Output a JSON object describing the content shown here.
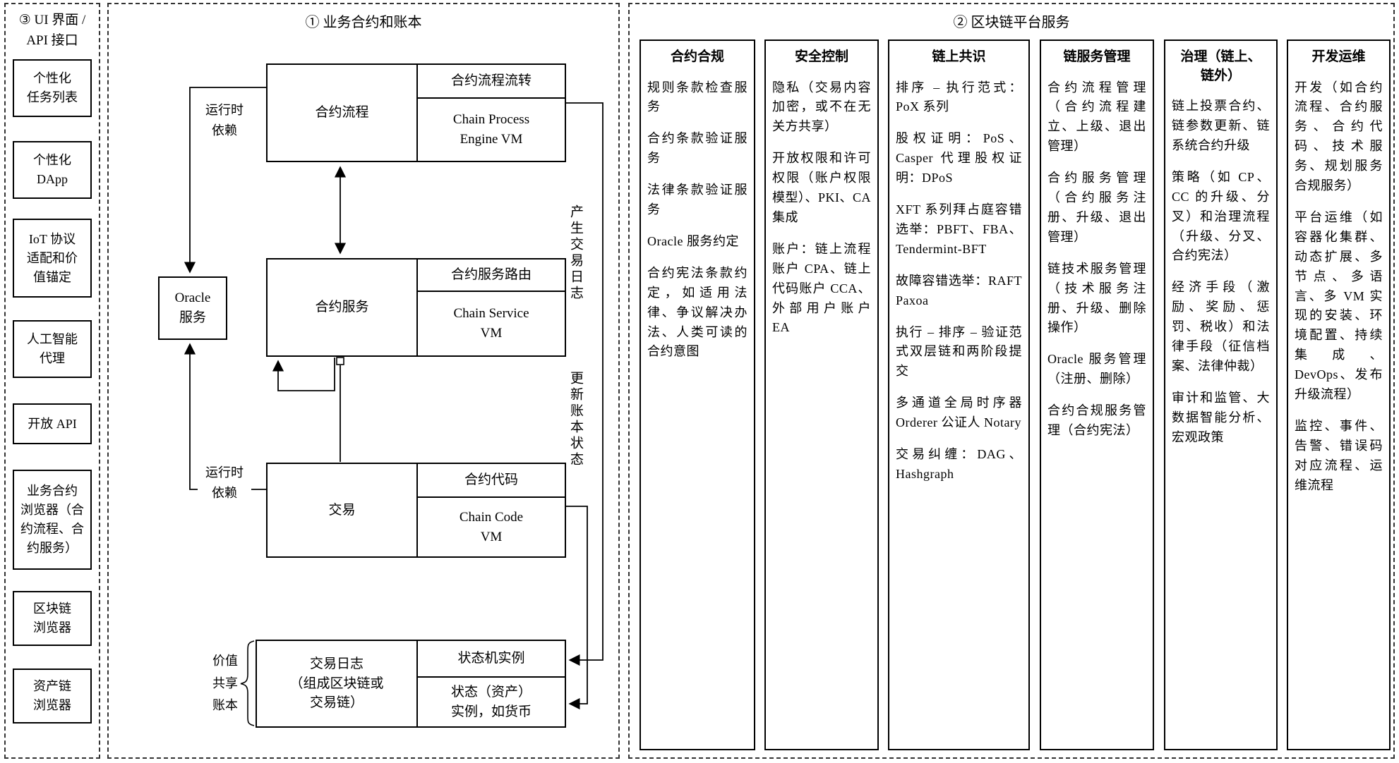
{
  "ui_panel": {
    "title": "③ UI 界面 /\nAPI 接口",
    "items": [
      "个性化\n任务列表",
      "个性化\nDApp",
      "IoT 协议\n适配和价\n值锚定",
      "人工智能\n代理",
      "开放 API",
      "业务合约\n浏览器（合\n约流程、合\n约服务）",
      "区块链\n浏览器",
      "资产链\n浏览器"
    ]
  },
  "ledger_panel": {
    "title": "① 业务合约和账本",
    "process_box": {
      "left": "合约流程",
      "top_right": "合约流程流转",
      "bottom_right": "Chain Process\nEngine VM"
    },
    "service_box": {
      "left": "合约服务",
      "top_right": "合约服务路由",
      "bottom_right": "Chain Service\nVM"
    },
    "tx_box": {
      "left": "交易",
      "top_right": "合约代码",
      "bottom_right": "Chain Code\nVM"
    },
    "oracle_box": "Oracle\n服务",
    "runtime_dep_top": "运行时\n依赖",
    "runtime_dep_bottom": "运行时\n依赖",
    "produce_log_label": "产生交易日志",
    "update_state_label": "更新账本状态",
    "value_ledger_label": "价值\n共享\n账本",
    "log_box": {
      "left": "交易日志\n（组成区块链或\n交易链）",
      "top_right": "状态机实例",
      "bottom_right": "状态（资产）\n实例，如货币"
    }
  },
  "platform_panel": {
    "title": "② 区块链平台服务",
    "columns": [
      {
        "header": "合约合规",
        "items": [
          "规则条款检查服务",
          "合约条款验证服务",
          "法律条款验证服务",
          "Oracle 服务约定",
          "合约宪法条款约定，如适用法律、争议解决办法、人类可读的合约意图"
        ]
      },
      {
        "header": "安全控制",
        "items": [
          "隐私（交易内容加密，或不在无关方共享）",
          "开放权限和许可权限（账户权限模型）、PKI、CA 集成",
          "账户：链上流程账户 CPA、链上代码账户 CCA、外部用户账户 EA"
        ]
      },
      {
        "header": "链上共识",
        "items": [
          "排序 – 执行范式：PoX 系列",
          "股权证明：PoS、Casper 代理股权证明：DPoS",
          "XFT 系列拜占庭容错选举：PBFT、FBA、Tendermint-BFT",
          "故障容错选举：RAFT Paxoa",
          "执行 – 排序 – 验证范式双层链和两阶段提交",
          "多通道全局时序器 Orderer 公证人 Notary",
          "交易纠缠：DAG、Hashgraph"
        ]
      },
      {
        "header": "链服务管理",
        "items": [
          "合约流程管理（合约流程建立、上级、退出管理）",
          "合约服务管理（合约服务注册、升级、退出管理）",
          "链技术服务管理（技术服务注册、升级、删除操作）",
          "Oracle 服务管理（注册、删除）",
          "合约合规服务管理（合约宪法）"
        ]
      },
      {
        "header": "治理（链上、\n链外）",
        "items": [
          "链上投票合约、链参数更新、链系统合约升级",
          "策略（如 CP、CC 的升级、分叉）和治理流程（升级、分叉、合约宪法）",
          "经济手段（激励、奖励、惩罚、税收）和法律手段（征信档案、法律仲裁）",
          "审计和监管、大数据智能分析、宏观政策"
        ]
      },
      {
        "header": "开发运维",
        "items": [
          "开发（如合约流程、合约服务、合约代码、技术服务、规划服务合规服务）",
          "平台运维（如容器化集群、动态扩展、多节点、多语言、多 VM 实现的安装、环境配置、持续集成、DevOps、发布升级流程）",
          "监控、事件、告警、错误码对应流程、运维流程"
        ]
      }
    ]
  }
}
